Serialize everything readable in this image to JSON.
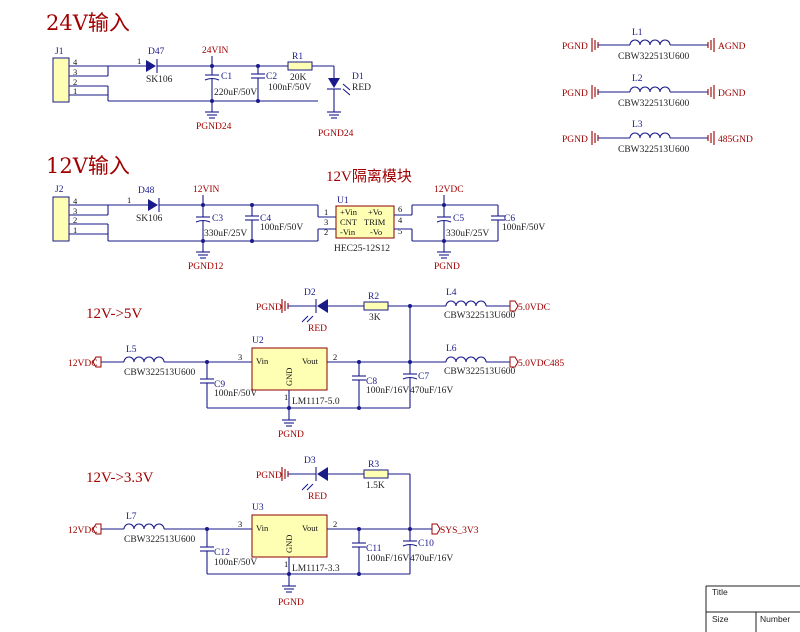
{
  "sections": {
    "s24": "24V输入",
    "s12": "12V输入",
    "iso": "12V隔离模块",
    "v5": "12V->5V",
    "v33": "12V->3.3V"
  },
  "j1": {
    "ref": "J1",
    "pins": [
      "4",
      "3",
      "2",
      "1"
    ]
  },
  "j2": {
    "ref": "J2",
    "pins": [
      "4",
      "3",
      "2",
      "1"
    ]
  },
  "d47": {
    "ref": "D47",
    "value": "SK106",
    "pin": "1"
  },
  "d48": {
    "ref": "D48",
    "value": "SK106",
    "pin": "1"
  },
  "c1": {
    "ref": "C1",
    "value": "220uF/50V"
  },
  "c2": {
    "ref": "C2",
    "value": "100nF/50V"
  },
  "r1": {
    "ref": "R1",
    "value": "20K"
  },
  "d1": {
    "ref": "D1",
    "value": "RED"
  },
  "c3": {
    "ref": "C3",
    "value": "330uF/25V"
  },
  "c4": {
    "ref": "C4",
    "value": "100nF/50V"
  },
  "c5": {
    "ref": "C5",
    "value": "330uF/25V"
  },
  "c6": {
    "ref": "C6",
    "value": "100nF/50V"
  },
  "u1": {
    "ref": "U1",
    "value": "HEC25-12S12",
    "pin_plus_vin": "+Vin",
    "pin_cnt": "CNT",
    "pin_minus_vin": "-Vin",
    "pin_plus_vo": "+Vo",
    "pin_trim": "TRIM",
    "pin_minus_vo": "-Vo",
    "n1": "1",
    "n2": "2",
    "n3": "3",
    "n4": "4",
    "n5": "5",
    "n6": "6"
  },
  "nets": {
    "v24": "24VIN",
    "pgnd24": "PGND24",
    "v12in": "12VIN",
    "pgnd12": "PGND12",
    "v12dc": "12VDC",
    "pgnd": "PGND",
    "agnd": "AGND",
    "dgnd": "DGND",
    "g485": "485GND",
    "v5dc": "5.0VDC",
    "v5dc485": "5.0VDC485",
    "sys33": "SYS_3V3"
  },
  "ferrites": {
    "l1": {
      "ref": "L1",
      "value": "CBW322513U600"
    },
    "l2": {
      "ref": "L2",
      "value": "CBW322513U600"
    },
    "l3": {
      "ref": "L3",
      "value": "CBW322513U600"
    },
    "l4": {
      "ref": "L4",
      "value": "CBW322513U600"
    },
    "l5": {
      "ref": "L5",
      "value": "CBW322513U600"
    },
    "l6": {
      "ref": "L6",
      "value": "CBW322513U600"
    },
    "l7": {
      "ref": "L7",
      "value": "CBW322513U600"
    }
  },
  "v5": {
    "d2": {
      "ref": "D2",
      "value": "RED"
    },
    "r2": {
      "ref": "R2",
      "value": "3K"
    },
    "c9": {
      "ref": "C9",
      "value": "100nF/50V"
    },
    "c8": {
      "ref": "C8",
      "value": "100nF/16V"
    },
    "c7": {
      "ref": "C7",
      "value": "470uF/16V"
    },
    "u2": {
      "ref": "U2",
      "value": "LM1117-5.0",
      "vin": "Vin",
      "vout": "Vout",
      "gnd": "GND",
      "p3": "3",
      "p2": "2",
      "p1": "1"
    }
  },
  "v33": {
    "d3": {
      "ref": "D3",
      "value": "RED"
    },
    "r3": {
      "ref": "R3",
      "value": "1.5K"
    },
    "c12": {
      "ref": "C12",
      "value": "100nF/50V"
    },
    "c11": {
      "ref": "C11",
      "value": "100nF/16V"
    },
    "c10": {
      "ref": "C10",
      "value": "470uF/16V"
    },
    "u3": {
      "ref": "U3",
      "value": "LM1117-3.3",
      "vin": "Vin",
      "vout": "Vout",
      "gnd": "GND",
      "p3": "3",
      "p2": "2",
      "p1": "1"
    }
  },
  "titleblock": {
    "title": "Title",
    "size": "Size",
    "number": "Number"
  },
  "colors": {
    "wire": "#1a1a8a",
    "net": "#a00000",
    "body": "#ffffb4"
  }
}
